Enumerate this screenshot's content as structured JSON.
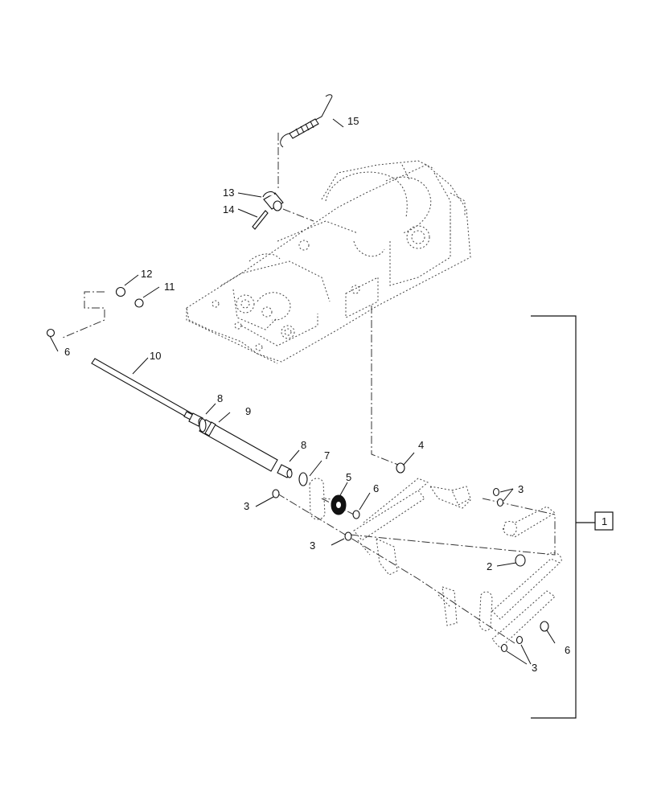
{
  "diagram": {
    "callouts": {
      "c1": "1",
      "c2": "2",
      "c3a": "3",
      "c3b": "3",
      "c3c": "3",
      "c3d": "3",
      "c4": "4",
      "c5": "5",
      "c6a": "6",
      "c6b": "6",
      "c6c": "6",
      "c7": "7",
      "c8a": "8",
      "c8b": "8",
      "c9": "9",
      "c10": "10",
      "c11": "11",
      "c12": "12",
      "c13": "13",
      "c14": "14",
      "c15": "15"
    }
  }
}
